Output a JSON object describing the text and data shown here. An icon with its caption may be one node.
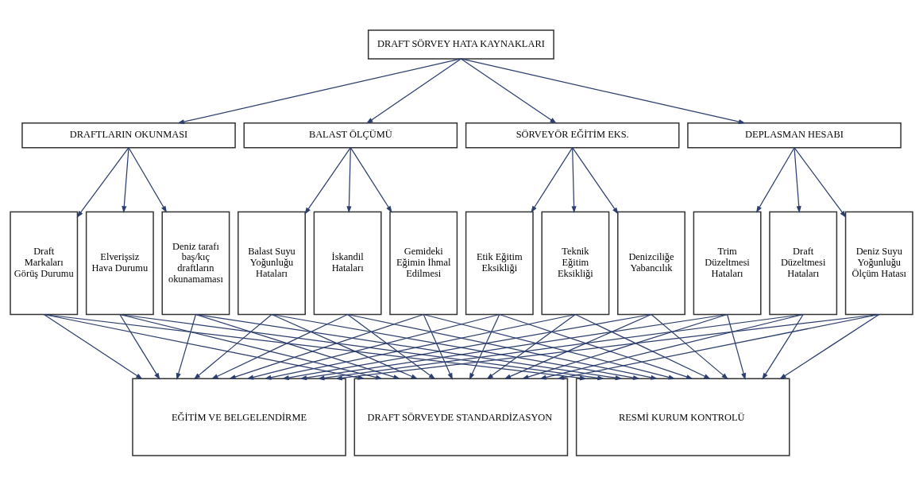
{
  "diagram": {
    "nodes": [
      {
        "text": [
          "DRAFT SÖRVEY HATA KAYNAKLARI"
        ]
      },
      {
        "text": [
          "DRAFTLARIN OKUNMASI"
        ]
      },
      {
        "text": [
          "BALAST ÖLÇÜMÜ"
        ]
      },
      {
        "text": [
          "SÖRVEYÖR EĞİTİM EKS."
        ]
      },
      {
        "text": [
          "DEPLASMAN HESABI"
        ]
      },
      {
        "text": [
          "Draft Markaları Görüş Durumu"
        ]
      },
      {
        "text": [
          "Elverişsiz Hava Durumu"
        ]
      },
      {
        "text": [
          "Deniz tarafı baş/kıç draftların okunamaması"
        ]
      },
      {
        "text": [
          "Balast Suyu Yoğunluğu Hataları"
        ]
      },
      {
        "text": [
          "İskandil Hataları"
        ]
      },
      {
        "text": [
          "Gemideki Eğimin İhmal Edilmesi"
        ]
      },
      {
        "text": [
          "Etik Eğitim Eksikliği"
        ]
      },
      {
        "text": [
          "Teknik Eğitim Eksikliği"
        ]
      },
      {
        "text": [
          "Denizciliğe Yabancılık"
        ]
      },
      {
        "text": [
          "Trim Düzeltmesi Hataları"
        ]
      },
      {
        "text": [
          "Draft Düzeltmesi Hataları"
        ]
      },
      {
        "text": [
          "Deniz Suyu Yoğunluğu Ölçüm Hatası"
        ]
      },
      {
        "text": [
          "EĞİTİM VE BELGELENDİRME"
        ]
      },
      {
        "text": [
          "DRAFT SÖRVEYDE STANDARDİZASYON"
        ]
      },
      {
        "text": [
          "RESMİ KURUM KONTROLÜ"
        ]
      }
    ],
    "edges": [
      {
        "from": 0,
        "to": 1,
        "arrow": "to"
      },
      {
        "from": 0,
        "to": 2,
        "arrow": "to"
      },
      {
        "from": 0,
        "to": 3,
        "arrow": "to"
      },
      {
        "from": 0,
        "to": 4,
        "arrow": "to"
      },
      {
        "from": 1,
        "to": 5,
        "arrow": "to"
      },
      {
        "from": 1,
        "to": 6,
        "arrow": "to"
      },
      {
        "from": 1,
        "to": 7,
        "arrow": "to"
      },
      {
        "from": 2,
        "to": 8,
        "arrow": "to"
      },
      {
        "from": 2,
        "to": 9,
        "arrow": "to"
      },
      {
        "from": 2,
        "to": 10,
        "arrow": "to"
      },
      {
        "from": 3,
        "to": 11,
        "arrow": "to"
      },
      {
        "from": 3,
        "to": 12,
        "arrow": "to"
      },
      {
        "from": 3,
        "to": 13,
        "arrow": "to"
      },
      {
        "from": 4,
        "to": 14,
        "arrow": "to"
      },
      {
        "from": 4,
        "to": 15,
        "arrow": "to"
      },
      {
        "from": 4,
        "to": 16,
        "arrow": "to"
      },
      {
        "from": 5,
        "to": 17,
        "arrow": "to"
      },
      {
        "from": 5,
        "to": 18,
        "arrow": "to"
      },
      {
        "from": 5,
        "to": 19,
        "arrow": "to"
      },
      {
        "from": 6,
        "to": 17,
        "arrow": "to"
      },
      {
        "from": 6,
        "to": 18,
        "arrow": "to"
      },
      {
        "from": 6,
        "to": 19,
        "arrow": "to"
      },
      {
        "from": 7,
        "to": 17,
        "arrow": "to"
      },
      {
        "from": 7,
        "to": 18,
        "arrow": "to"
      },
      {
        "from": 7,
        "to": 19,
        "arrow": "to"
      },
      {
        "from": 8,
        "to": 17,
        "arrow": "to"
      },
      {
        "from": 8,
        "to": 18,
        "arrow": "to"
      },
      {
        "from": 8,
        "to": 19,
        "arrow": "to"
      },
      {
        "from": 9,
        "to": 17,
        "arrow": "to"
      },
      {
        "from": 9,
        "to": 18,
        "arrow": "to"
      },
      {
        "from": 9,
        "to": 19,
        "arrow": "to"
      },
      {
        "from": 10,
        "to": 17,
        "arrow": "to"
      },
      {
        "from": 10,
        "to": 18,
        "arrow": "to"
      },
      {
        "from": 10,
        "to": 19,
        "arrow": "to"
      },
      {
        "from": 11,
        "to": 17,
        "arrow": "to"
      },
      {
        "from": 11,
        "to": 18,
        "arrow": "to"
      },
      {
        "from": 11,
        "to": 19,
        "arrow": "to"
      },
      {
        "from": 12,
        "to": 17,
        "arrow": "to"
      },
      {
        "from": 12,
        "to": 18,
        "arrow": "to"
      },
      {
        "from": 12,
        "to": 19,
        "arrow": "to"
      },
      {
        "from": 13,
        "to": 17,
        "arrow": "to"
      },
      {
        "from": 13,
        "to": 18,
        "arrow": "to"
      },
      {
        "from": 13,
        "to": 19,
        "arrow": "to"
      },
      {
        "from": 14,
        "to": 17,
        "arrow": "to"
      },
      {
        "from": 14,
        "to": 18,
        "arrow": "to"
      },
      {
        "from": 14,
        "to": 19,
        "arrow": "to"
      },
      {
        "from": 15,
        "to": 17,
        "arrow": "to"
      },
      {
        "from": 15,
        "to": 18,
        "arrow": "to"
      },
      {
        "from": 15,
        "to": 19,
        "arrow": "to"
      },
      {
        "from": 16,
        "to": 17,
        "arrow": "to"
      },
      {
        "from": 16,
        "to": 18,
        "arrow": "to"
      },
      {
        "from": 16,
        "to": 19,
        "arrow": "to"
      }
    ]
  }
}
